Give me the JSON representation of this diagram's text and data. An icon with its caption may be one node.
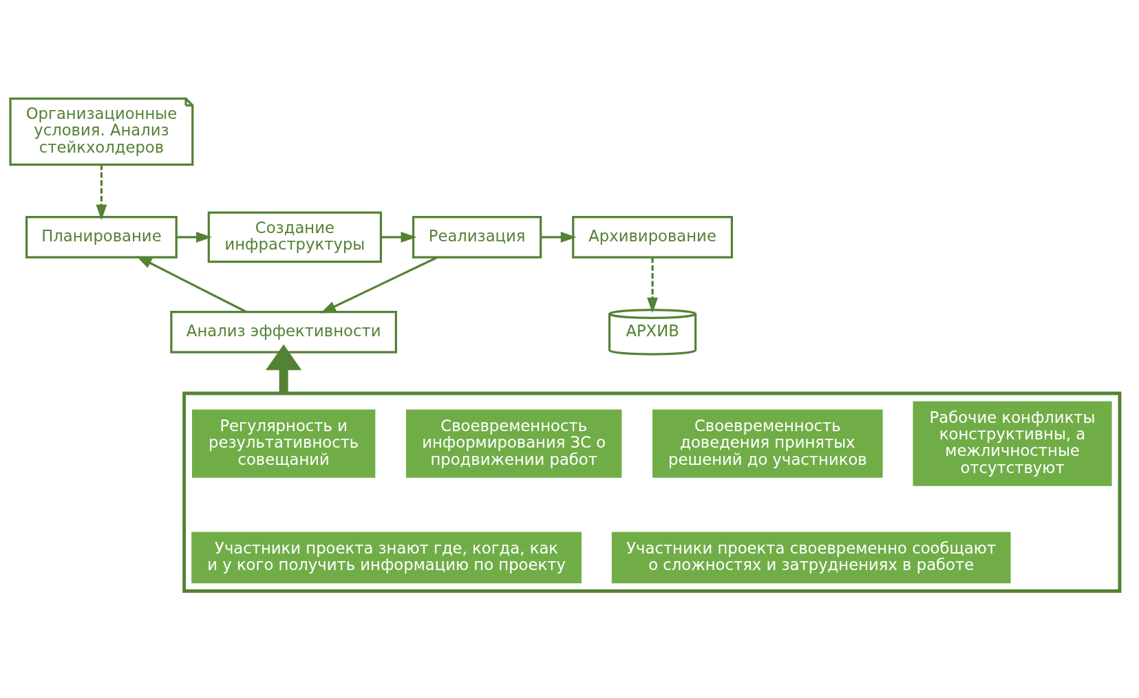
{
  "diagram": {
    "nodes": [
      {
        "text": [
          "Организационные условия. Анализ стейкхолдеров"
        ]
      },
      {
        "text": [
          "Планирование"
        ]
      },
      {
        "text": [
          "Создание инфраструктуры"
        ]
      },
      {
        "text": [
          "Реализация"
        ]
      },
      {
        "text": [
          "Архивирование"
        ]
      },
      {
        "text": [
          "Анализ эффективности"
        ]
      },
      {
        "text": [
          "АРХИВ"
        ]
      },
      {
        "text": [],
        "shape": "box"
      },
      {
        "text": [
          "Регулярность и результативность совещаний"
        ],
        "in": 7
      },
      {
        "text": [
          "Своевременность информирования ЗС о продвижении работ"
        ],
        "in": 7
      },
      {
        "text": [
          "Своевременность доведения принятых решений до участников"
        ],
        "in": 7
      },
      {
        "text": [
          "Рабочие конфликты конструктивны, а межличностные отсутствуют"
        ],
        "in": 7
      },
      {
        "text": [
          "Участники проекта знают где, когда, как и у кого получить информацию по проекту"
        ],
        "in": 7
      },
      {
        "text": [
          "Участники проекта своевременно сообщают о сложностях и затруднениях в работе"
        ],
        "in": 7
      }
    ],
    "edges": [
      {
        "from": 0,
        "to": 1,
        "arrow": "to",
        "style": "dashed"
      },
      {
        "from": 1,
        "to": 2,
        "arrow": "to"
      },
      {
        "from": 2,
        "to": 3,
        "arrow": "to"
      },
      {
        "from": 3,
        "to": 4,
        "arrow": "to"
      },
      {
        "from": 4,
        "to": 6,
        "arrow": "to",
        "style": "dashed"
      },
      {
        "from": 3,
        "to": 5,
        "arrow": "to"
      },
      {
        "from": 5,
        "to": 1,
        "arrow": "to"
      },
      {
        "from": 7,
        "to": 5,
        "arrow": "to",
        "style": "thick"
      }
    ]
  }
}
